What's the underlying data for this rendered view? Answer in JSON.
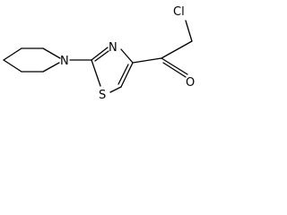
{
  "molecule": {
    "atom_labels": {
      "chlorine": "Cl",
      "ring_nitrogen": "N",
      "thiazole_nitrogen": "N",
      "sulfur": "S",
      "oxygen": "O"
    }
  }
}
